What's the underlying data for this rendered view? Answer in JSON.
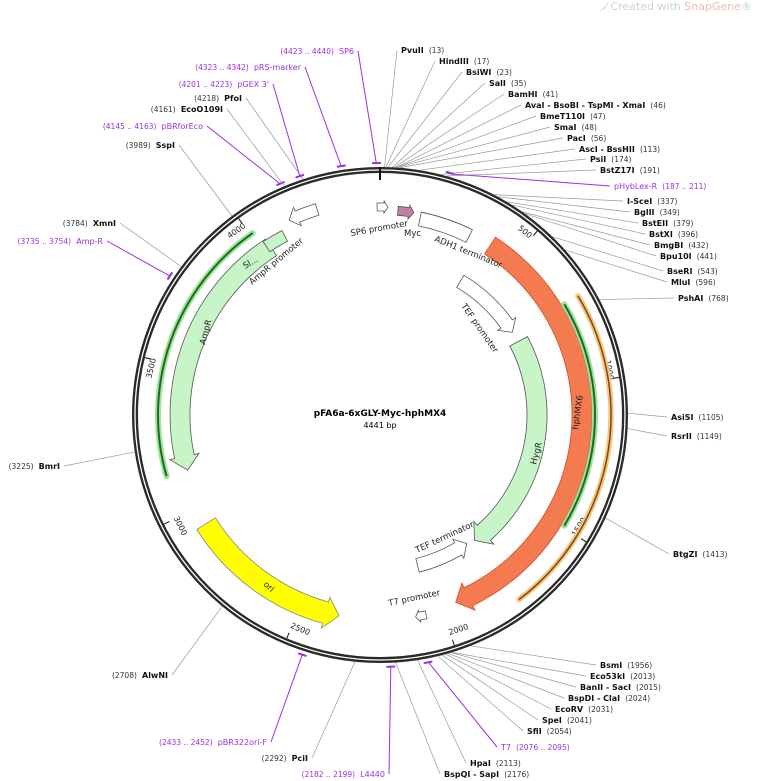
{
  "watermark": {
    "prefix": "Created with ",
    "brand": "SnapGene",
    "suffix": "®",
    "icon": "snapgene-logo-icon"
  },
  "plasmid": {
    "name": "pFA6a-6xGLY-Myc-hphMX4",
    "length": "4441 bp",
    "total_bp": 4441
  },
  "ticks": [
    "500",
    "1000",
    "1500",
    "2000",
    "2500",
    "3000",
    "3500",
    "4000"
  ],
  "features": {
    "sp6_promoter": "SP6 promoter",
    "myc": "Myc",
    "adh1_terminator": "ADH1 terminator",
    "tef_promoter": "TEF promoter",
    "hygr": "HygR",
    "hphmx6": "hphMX6",
    "tef_terminator": "TEF terminator",
    "t7_promoter": "T7 promoter",
    "ori": "ori",
    "ampr": "AmpR",
    "ampr_promoter": "AmpR promoter",
    "signal": "Sl..."
  },
  "colors": {
    "orange": "#f47a50",
    "green": "#c8f5c8",
    "yellow": "#ffff00",
    "myc": "#c080a0",
    "primer": "#9b30e0"
  },
  "sites": [
    {
      "name": "PvuII",
      "pos": "(13)",
      "bp": 13,
      "type": "enzyme"
    },
    {
      "name": "HindIII",
      "pos": "(17)",
      "bp": 17,
      "type": "enzyme"
    },
    {
      "name": "BsiWI",
      "pos": "(23)",
      "bp": 23,
      "type": "enzyme"
    },
    {
      "name": "SalI",
      "pos": "(35)",
      "bp": 35,
      "type": "enzyme"
    },
    {
      "name": "BamHI",
      "pos": "(41)",
      "bp": 41,
      "type": "enzyme"
    },
    {
      "name": "AvaI  - BsoBI  - TspMI  - XmaI",
      "pos": "(46)",
      "bp": 46,
      "type": "enzyme"
    },
    {
      "name": "BmeT110I",
      "pos": "(47)",
      "bp": 47,
      "type": "enzyme"
    },
    {
      "name": "SmaI",
      "pos": "(48)",
      "bp": 48,
      "type": "enzyme"
    },
    {
      "name": "PacI",
      "pos": "(56)",
      "bp": 56,
      "type": "enzyme"
    },
    {
      "name": "AscI  - BssHII",
      "pos": "(113)",
      "bp": 113,
      "type": "enzyme"
    },
    {
      "name": "PsiI",
      "pos": "(174)",
      "bp": 174,
      "type": "enzyme"
    },
    {
      "name": "BstZ17I",
      "pos": "(191)",
      "bp": 191,
      "type": "enzyme"
    },
    {
      "name": "pHybLex-R",
      "pos": "(187 .. 211)",
      "bp": 199,
      "type": "primer"
    },
    {
      "name": "I-SceI",
      "pos": "(337)",
      "bp": 337,
      "type": "enzyme"
    },
    {
      "name": "BglII",
      "pos": "(349)",
      "bp": 349,
      "type": "enzyme"
    },
    {
      "name": "BstEII",
      "pos": "(379)",
      "bp": 379,
      "type": "enzyme"
    },
    {
      "name": "BstXI",
      "pos": "(396)",
      "bp": 396,
      "type": "enzyme"
    },
    {
      "name": "BmgBI",
      "pos": "(432)",
      "bp": 432,
      "type": "enzyme"
    },
    {
      "name": "Bpu10I",
      "pos": "(441)",
      "bp": 441,
      "type": "enzyme"
    },
    {
      "name": "BseRI",
      "pos": "(543)",
      "bp": 543,
      "type": "enzyme"
    },
    {
      "name": "MluI",
      "pos": "(596)",
      "bp": 596,
      "type": "enzyme"
    },
    {
      "name": "PshAI",
      "pos": "(768)",
      "bp": 768,
      "type": "enzyme"
    },
    {
      "name": "AsiSI",
      "pos": "(1105)",
      "bp": 1105,
      "type": "enzyme"
    },
    {
      "name": "RsrII",
      "pos": "(1149)",
      "bp": 1149,
      "type": "enzyme"
    },
    {
      "name": "BtgZI",
      "pos": "(1413)",
      "bp": 1413,
      "type": "enzyme"
    },
    {
      "name": "BsmI",
      "pos": "(1956)",
      "bp": 1956,
      "type": "enzyme"
    },
    {
      "name": "Eco53kI",
      "pos": "(2013)",
      "bp": 2013,
      "type": "enzyme"
    },
    {
      "name": "BanII  - SacI",
      "pos": "(2015)",
      "bp": 2015,
      "type": "enzyme"
    },
    {
      "name": "BspDI  - ClaI",
      "pos": "(2024)",
      "bp": 2024,
      "type": "enzyme"
    },
    {
      "name": "EcoRV",
      "pos": "(2031)",
      "bp": 2031,
      "type": "enzyme"
    },
    {
      "name": "SpeI",
      "pos": "(2041)",
      "bp": 2041,
      "type": "enzyme"
    },
    {
      "name": "SfiI",
      "pos": "(2054)",
      "bp": 2054,
      "type": "enzyme"
    },
    {
      "name": "T7",
      "pos": "(2076 .. 2095)",
      "bp": 2085,
      "type": "primer"
    },
    {
      "name": "HpaI",
      "pos": "(2113)",
      "bp": 2113,
      "type": "enzyme"
    },
    {
      "name": "BspQI  - SapI",
      "pos": "(2176)",
      "bp": 2176,
      "type": "enzyme"
    },
    {
      "name": "L4440",
      "pos": "(2182 .. 2199)",
      "bp": 2190,
      "type": "primer"
    },
    {
      "name": "PciI",
      "pos": "(2292)",
      "bp": 2292,
      "type": "enzyme"
    },
    {
      "name": "pBR322ori-F",
      "pos": "(2433 .. 2452)",
      "bp": 2442,
      "type": "primer"
    },
    {
      "name": "AlwNI",
      "pos": "(2708)",
      "bp": 2708,
      "type": "enzyme"
    },
    {
      "name": "BmrI",
      "pos": "(3225)",
      "bp": 3225,
      "type": "enzyme"
    },
    {
      "name": "Amp-R",
      "pos": "(3735 .. 3754)",
      "bp": 3744,
      "type": "primer"
    },
    {
      "name": "XmnI",
      "pos": "(3784)",
      "bp": 3784,
      "type": "enzyme"
    },
    {
      "name": "SspI",
      "pos": "(3989)",
      "bp": 3989,
      "type": "enzyme"
    },
    {
      "name": "pBRforEco",
      "pos": "(4145 .. 4163)",
      "bp": 4154,
      "type": "primer"
    },
    {
      "name": "EcoO109I",
      "pos": "(4161)",
      "bp": 4161,
      "type": "enzyme"
    },
    {
      "name": "PfoI",
      "pos": "(4218)",
      "bp": 4218,
      "type": "enzyme"
    },
    {
      "name": "pGEX 3'",
      "pos": "(4201 .. 4223)",
      "bp": 4212,
      "type": "primer"
    },
    {
      "name": "pRS-marker",
      "pos": "(4323 .. 4342)",
      "bp": 4332,
      "type": "primer"
    },
    {
      "name": "SP6",
      "pos": "(4423 .. 4440)",
      "bp": 4431,
      "type": "primer"
    }
  ]
}
